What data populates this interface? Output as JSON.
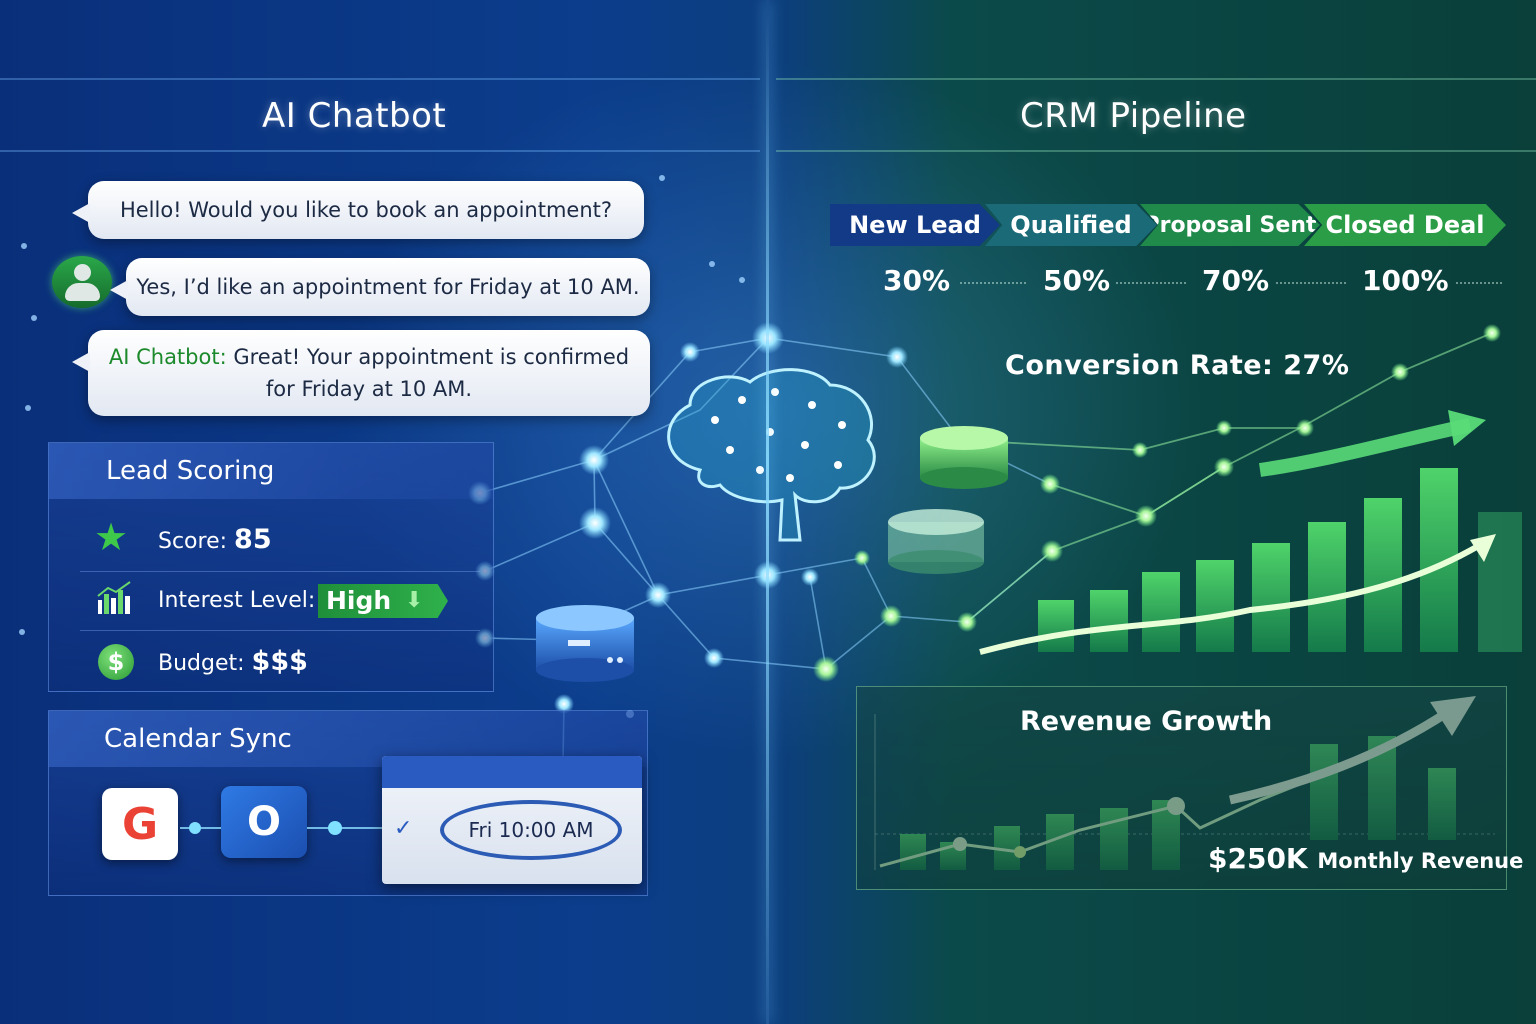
{
  "left": {
    "title": "AI Chatbot",
    "messages": {
      "bot_greeting": "Hello! Would you like to book an appointment?",
      "user_reply": "Yes, I’d like an appointment for Friday at 10 AM.",
      "bot_confirm_label": "AI Chatbot:",
      "bot_confirm_line1": "Great! Your appointment is confirmed",
      "bot_confirm_line2": "for Friday at 10 AM."
    },
    "lead_scoring": {
      "title": "Lead Scoring",
      "score_label": "Score:",
      "score_value": "85",
      "interest_label": "Interest Level:",
      "interest_value": "High",
      "budget_label": "Budget:",
      "budget_value": "$$$"
    },
    "calendar_sync": {
      "title": "Calendar Sync",
      "google_letter": "G",
      "outlook_letter": "O",
      "slot": "Fri 10:00 AM"
    }
  },
  "right": {
    "title": "CRM Pipeline",
    "stages": [
      "New Lead",
      "Qualified",
      "Proposal Sent",
      "Closed Deal"
    ],
    "stage_percents": [
      "30%",
      "50%",
      "70%",
      "100%"
    ],
    "conversion_label": "Conversion Rate:",
    "conversion_value": "27%",
    "revenue": {
      "title": "Revenue Growth",
      "amount": "$250K",
      "amount_label": "Monthly Revenue"
    }
  },
  "colors": {
    "accent_blue": "#2a5bc0",
    "accent_green": "#2fb14b",
    "node_glow": "#9fe7ff"
  },
  "icons": [
    "person-icon",
    "star-icon",
    "bar-chart-icon",
    "dollar-icon",
    "down-arrow-icon",
    "google-calendar-icon",
    "outlook-icon",
    "calendar-icon",
    "brain-icon",
    "database-icon",
    "growth-arrow-icon"
  ]
}
